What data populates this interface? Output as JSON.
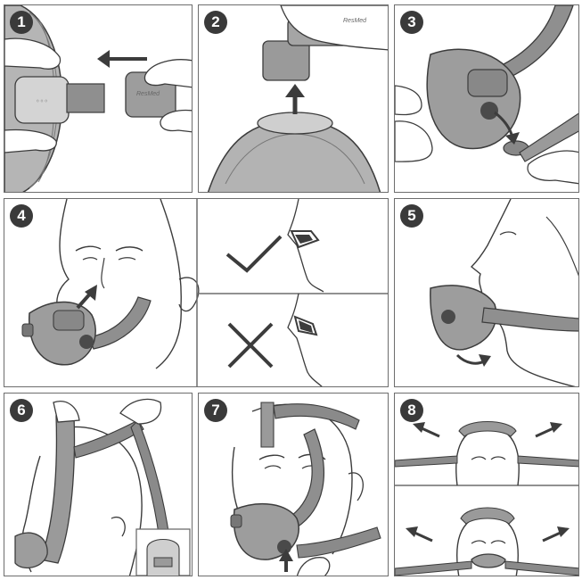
{
  "steps": [
    {
      "number": "1"
    },
    {
      "number": "2"
    },
    {
      "number": "3"
    },
    {
      "number": "4"
    },
    {
      "number": "5"
    },
    {
      "number": "6"
    },
    {
      "number": "7"
    },
    {
      "number": "8"
    }
  ],
  "brand_text": "ResMed",
  "icons": {
    "correct": "check-mark-icon",
    "incorrect": "x-mark-icon"
  },
  "colors": {
    "line": "#3c3c3c",
    "skin": "#ffffff",
    "mask": "#9a9a9a",
    "mask_dark": "#6e6e6e",
    "badge": "#3a3a3a"
  }
}
